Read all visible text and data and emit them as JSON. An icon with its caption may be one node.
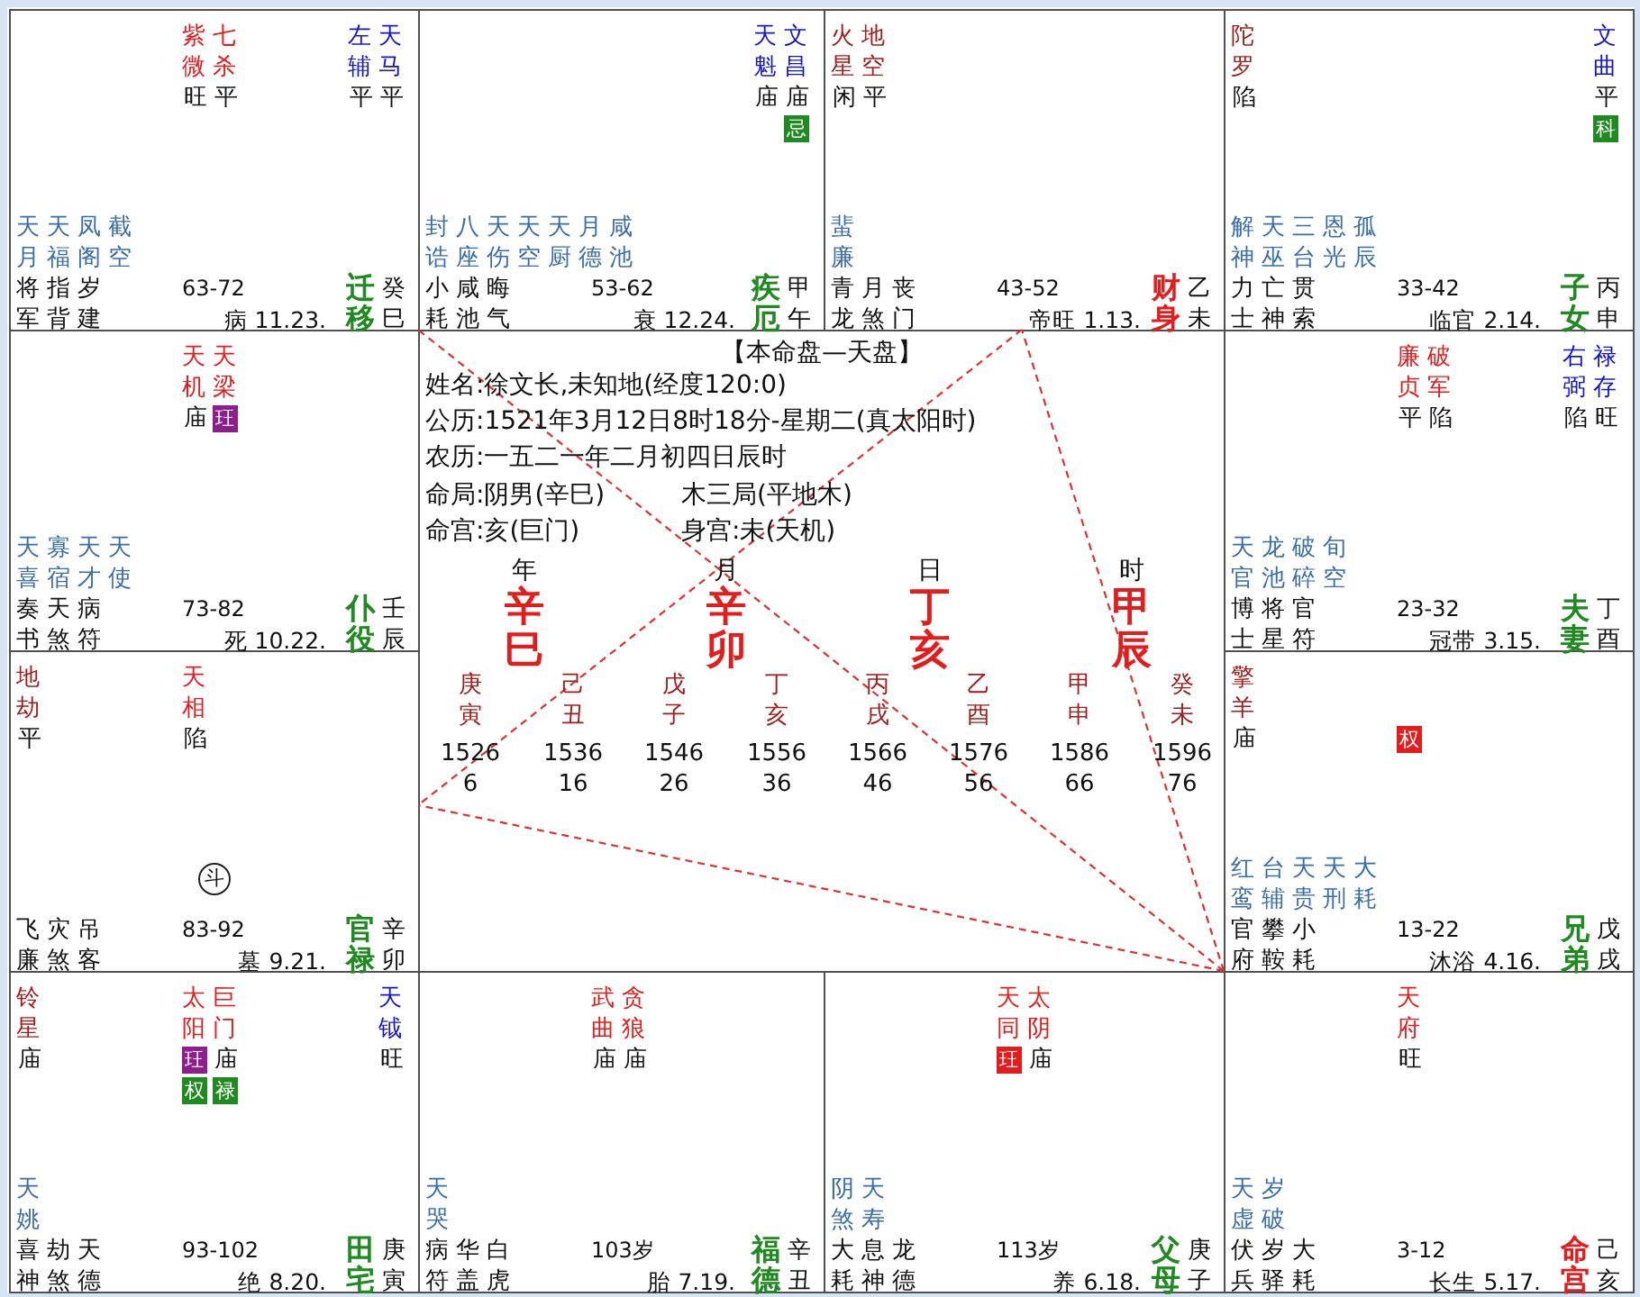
{
  "diagram": {
    "nodes": [
      {
        "text": [
          "紫微",
          "七杀",
          "旺",
          "平",
          "左辅",
          "天马",
          "平",
          "平",
          "天月",
          "天福",
          "凤阁",
          "截空",
          "将军",
          "指背",
          "岁建",
          "63-72",
          "病 11.23.",
          "迁移",
          "癸巳"
        ]
      },
      {
        "text": [
          "天魁",
          "文昌",
          "庙",
          "庙",
          "忌",
          "封诰",
          "八座",
          "天伤",
          "天空",
          "天厨",
          "月德",
          "咸池",
          "小耗",
          "咸池",
          "晦气",
          "53-62",
          "衰 12.24.",
          "疾厄",
          "甲午"
        ]
      },
      {
        "text": [
          "火星",
          "地空",
          "闲",
          "平",
          "蜚廉",
          "青龙",
          "月煞",
          "丧门",
          "43-52",
          "帝旺 1.13.",
          "财身",
          "乙未"
        ]
      },
      {
        "text": [
          "陀罗",
          "陷",
          "文曲",
          "平",
          "科",
          "解神",
          "天巫",
          "三台",
          "恩光",
          "孤辰",
          "力士",
          "亡神",
          "贯索",
          "33-42",
          "临官 2.14.",
          "子女",
          "丙申"
        ]
      },
      {
        "text": [
          "天机",
          "天梁",
          "庙",
          "玨",
          "天喜",
          "寡宿",
          "天才",
          "天使",
          "奏书",
          "天煞",
          "病符",
          "73-82",
          "死 10.22.",
          "仆役",
          "壬辰"
        ]
      },
      {
        "text": [
          "廉贞",
          "破军",
          "平",
          "陷",
          "右弼",
          "禄存",
          "陷",
          "旺",
          "天官",
          "龙池",
          "破碎",
          "旬空",
          "博士",
          "将星",
          "官符",
          "23-32",
          "冠带 3.15.",
          "夫妻",
          "丁酉"
        ]
      },
      {
        "text": [
          "地劫",
          "平",
          "天相",
          "陷",
          "斗",
          "飞廉",
          "灾煞",
          "吊客",
          "83-92",
          "墓 9.21.",
          "官禄",
          "辛卯"
        ]
      },
      {
        "text": [
          "擎羊",
          "庙",
          "权",
          "红鸾",
          "台辅",
          "天贵",
          "天刑",
          "大耗",
          "官府",
          "攀鞍",
          "小耗",
          "13-22",
          "沐浴 4.16.",
          "兄弟",
          "戊戌"
        ]
      },
      {
        "text": [
          "铃星",
          "庙",
          "太阳",
          "巨门",
          "玨",
          "庙",
          "权",
          "禄",
          "天钺",
          "旺",
          "天姚",
          "喜神",
          "劫煞",
          "天德",
          "93-102",
          "绝 8.20.",
          "田宅",
          "庚寅"
        ]
      },
      {
        "text": [
          "武曲",
          "贪狼",
          "庙",
          "庙",
          "天哭",
          "病符",
          "华盖",
          "白虎",
          "103岁",
          "胎 7.19.",
          "福德",
          "辛丑"
        ]
      },
      {
        "text": [
          "天同",
          "太阴",
          "玨",
          "庙",
          "阴煞",
          "天寿",
          "大耗",
          "息神",
          "龙德",
          "113岁",
          "养 6.18.",
          "父母",
          "庚子"
        ]
      },
      {
        "text": [
          "天府",
          "旺",
          "天虚",
          "岁破",
          "伏兵",
          "岁驿",
          "大耗",
          "3-12",
          "长生 5.17.",
          "命宫",
          "己亥"
        ]
      }
    ],
    "edges": [
      {
        "from": 11,
        "to": 0,
        "arrow": "none",
        "style": "dashed"
      },
      {
        "from": 11,
        "to": 2,
        "arrow": "none",
        "style": "dashed"
      },
      {
        "from": 11,
        "to": 6,
        "arrow": "none",
        "style": "dashed"
      },
      {
        "from": 2,
        "to": 6,
        "arrow": "none",
        "style": "dashed"
      }
    ],
    "labels": [
      "【本命盘—天盘】",
      "姓名:徐文长,未知地(经度120:0)",
      "公历:1521年3月12日8时18分-星期二(真太阳时)",
      "农历:一五二一年二月初四日辰时",
      "命局:阴男(辛巳)",
      "木三局(平地木)",
      "命宫:亥(巨门)",
      "身宫:未(天机)",
      "年",
      "辛巳",
      "月",
      "辛卯",
      "日",
      "丁亥",
      "时",
      "甲辰",
      "庚寅",
      "1526",
      "6",
      "己丑",
      "1536",
      "16",
      "戊子",
      "1546",
      "26",
      "丁亥",
      "1556",
      "36",
      "丙戌",
      "1566",
      "46",
      "乙酉",
      "1576",
      "56",
      "甲申",
      "1586",
      "66",
      "癸未",
      "1596",
      "76"
    ]
  }
}
